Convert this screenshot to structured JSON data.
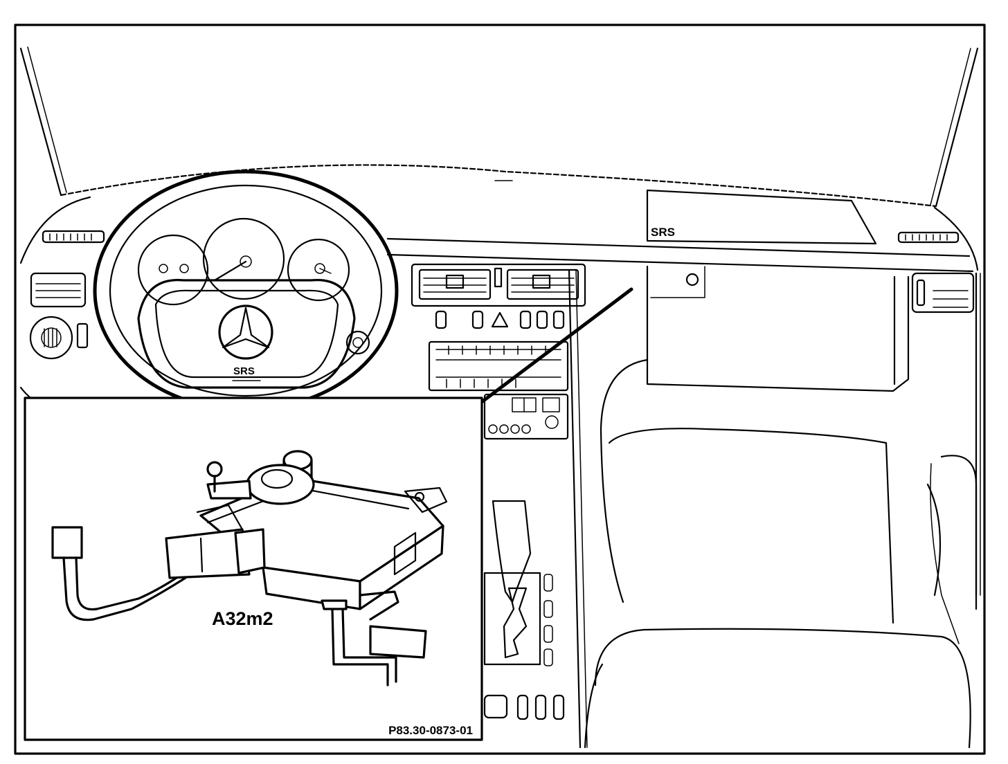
{
  "labels": {
    "dash_airbag": "SRS",
    "steering_airbag": "SRS",
    "component": "A32m2",
    "figure_id": "P83.30-0873-01"
  }
}
